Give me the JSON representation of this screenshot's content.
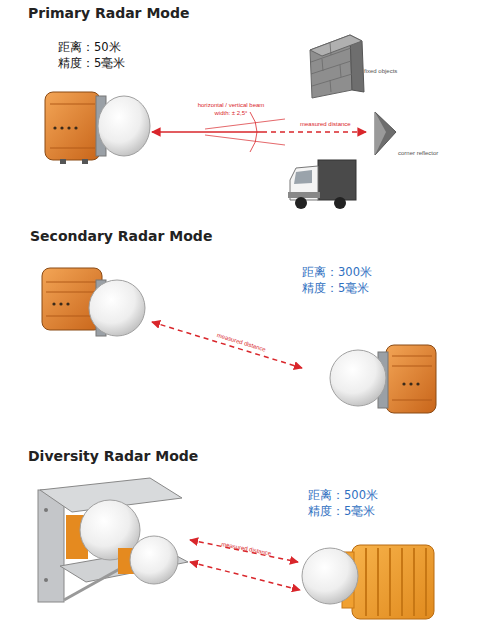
{
  "diagram": {
    "labels": [
      "Primary Radar Mode",
      "距离：50米",
      "精度：5毫米",
      "horizontal / vertical beam width: ± 2,5°",
      "measured distance",
      "fixed objects",
      "corner reflector",
      "Secondary Radar Mode",
      "距离：300米",
      "精度：5毫米",
      "measured distance",
      "Diversity Radar Mode",
      "距离：500米",
      "精度：5毫米",
      "measured distance"
    ]
  }
}
